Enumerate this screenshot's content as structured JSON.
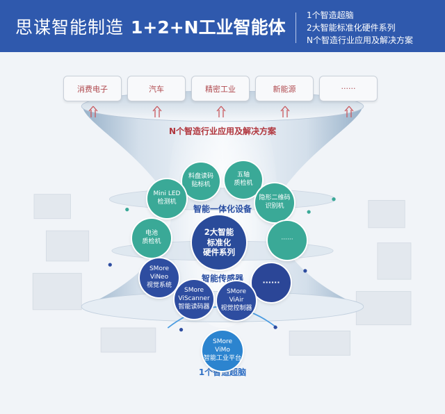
{
  "header": {
    "brand": "思谋智能制造",
    "headline": "1+2+N工业智能体",
    "lines": [
      "1个智造超脑",
      "2大智能标准化硬件系列",
      "N个智造行业应用及解决方案"
    ]
  },
  "industries": [
    "消费电子",
    "汽车",
    "精密工业",
    "新能源",
    "······"
  ],
  "layers": {
    "n_title": "N个智造行业应用及解决方案",
    "equipment_title": "智能一体化设备",
    "sensor_title": "智能传感器",
    "brain_title": "1个智造超脑"
  },
  "center": "2大智能\n标准化\n硬件系列",
  "equipment": [
    "料盘读码\n贴标机",
    "五轴\n质检机",
    "Mini LED\n检测机",
    "隐形二维码\n识别机",
    "电池\n质检机",
    "······"
  ],
  "sensors": [
    "SMore\nViNeo\n视觉系统",
    "······",
    "SMore\nViScanner\n智能读码器",
    "SMore\nViAir\n视觉控制器"
  ],
  "platform": "SMore\nViMo\n智能工业平台",
  "colors": {
    "header": "#2f59ad",
    "teal": "#3aa997",
    "navy": "#2a4b9a",
    "red_label": "#b0343b",
    "platform_blue": "#2c84cf"
  }
}
